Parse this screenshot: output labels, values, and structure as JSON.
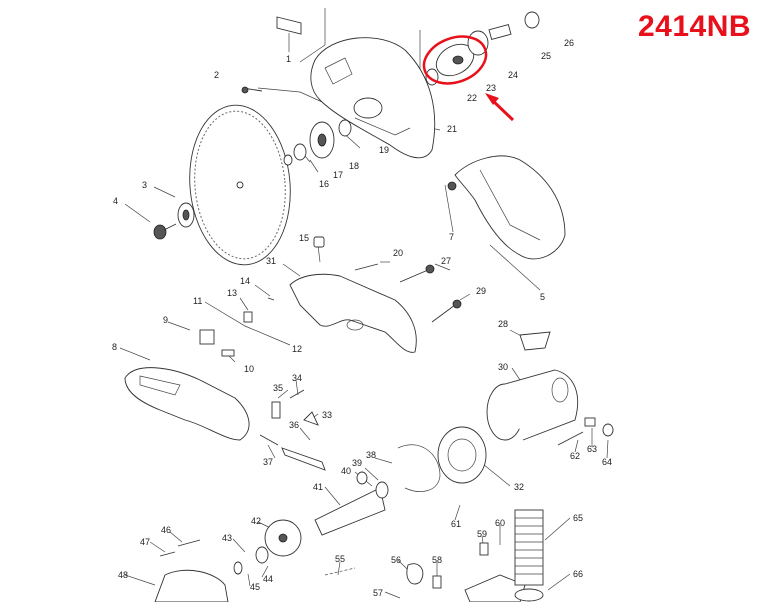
{
  "model_number": "2414NB",
  "highlight": {
    "color": "#e8101a",
    "target_part": "23"
  },
  "callouts": [
    {
      "id": "c1",
      "label": "1"
    },
    {
      "id": "c2",
      "label": "2"
    },
    {
      "id": "c3",
      "label": "3"
    },
    {
      "id": "c4",
      "label": "4"
    },
    {
      "id": "c5",
      "label": "5"
    },
    {
      "id": "c7",
      "label": "7"
    },
    {
      "id": "c8",
      "label": "8"
    },
    {
      "id": "c9",
      "label": "9"
    },
    {
      "id": "c10",
      "label": "10"
    },
    {
      "id": "c11",
      "label": "11"
    },
    {
      "id": "c12",
      "label": "12"
    },
    {
      "id": "c13",
      "label": "13"
    },
    {
      "id": "c14",
      "label": "14"
    },
    {
      "id": "c15",
      "label": "15"
    },
    {
      "id": "c16",
      "label": "16"
    },
    {
      "id": "c17",
      "label": "17"
    },
    {
      "id": "c18",
      "label": "18"
    },
    {
      "id": "c19",
      "label": "19"
    },
    {
      "id": "c20",
      "label": "20"
    },
    {
      "id": "c21",
      "label": "21"
    },
    {
      "id": "c22",
      "label": "22"
    },
    {
      "id": "c23",
      "label": "23"
    },
    {
      "id": "c24",
      "label": "24"
    },
    {
      "id": "c25",
      "label": "25"
    },
    {
      "id": "c26",
      "label": "26"
    },
    {
      "id": "c27",
      "label": "27"
    },
    {
      "id": "c28",
      "label": "28"
    },
    {
      "id": "c29",
      "label": "29"
    },
    {
      "id": "c30",
      "label": "30"
    },
    {
      "id": "c31",
      "label": "31"
    },
    {
      "id": "c32",
      "label": "32"
    },
    {
      "id": "c33",
      "label": "33"
    },
    {
      "id": "c34",
      "label": "34"
    },
    {
      "id": "c35",
      "label": "35"
    },
    {
      "id": "c36",
      "label": "36"
    },
    {
      "id": "c37",
      "label": "37"
    },
    {
      "id": "c38",
      "label": "38"
    },
    {
      "id": "c39",
      "label": "39"
    },
    {
      "id": "c40",
      "label": "40"
    },
    {
      "id": "c41",
      "label": "41"
    },
    {
      "id": "c42",
      "label": "42"
    },
    {
      "id": "c43",
      "label": "43"
    },
    {
      "id": "c44",
      "label": "44"
    },
    {
      "id": "c45",
      "label": "45"
    },
    {
      "id": "c46",
      "label": "46"
    },
    {
      "id": "c47",
      "label": "47"
    },
    {
      "id": "c48",
      "label": "48"
    },
    {
      "id": "c55",
      "label": "55"
    },
    {
      "id": "c56",
      "label": "56"
    },
    {
      "id": "c57",
      "label": "57"
    },
    {
      "id": "c58",
      "label": "58"
    },
    {
      "id": "c59",
      "label": "59"
    },
    {
      "id": "c60",
      "label": "60"
    },
    {
      "id": "c61",
      "label": "61"
    },
    {
      "id": "c62",
      "label": "62"
    },
    {
      "id": "c63",
      "label": "63"
    },
    {
      "id": "c64",
      "label": "64"
    },
    {
      "id": "c65",
      "label": "65"
    },
    {
      "id": "c66",
      "label": "66"
    }
  ]
}
